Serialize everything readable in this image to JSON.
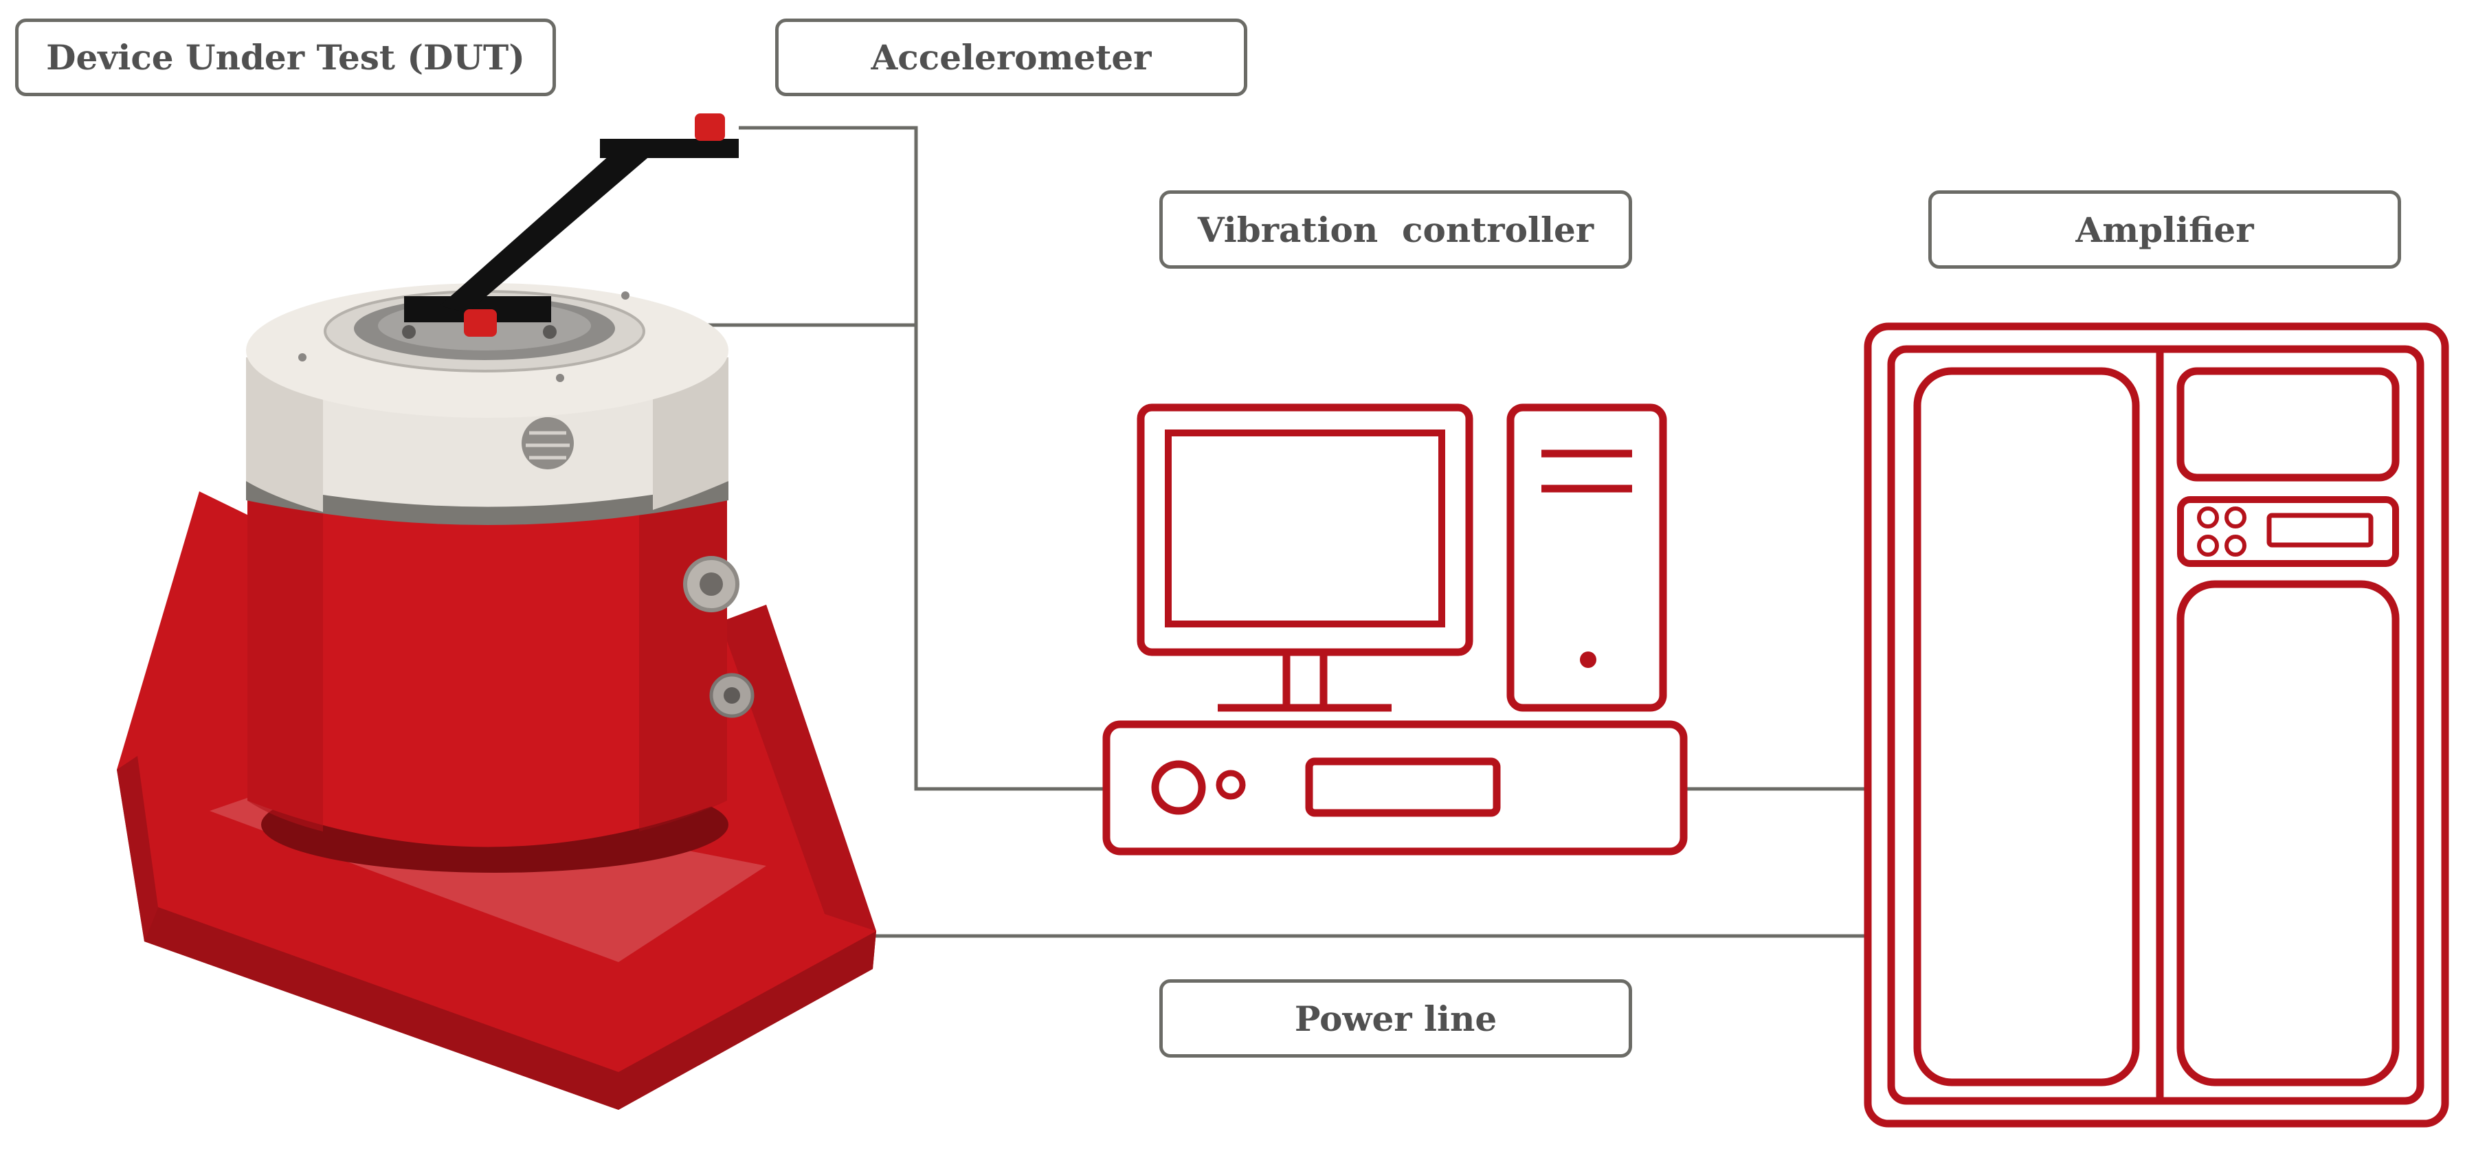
{
  "labels": {
    "dut": "Device Under Test (DUT)",
    "accelerometer": "Accelerometer",
    "vibration_controller": "Vibration  controller",
    "amplifier": "Amplifier",
    "power_line": "Power line"
  },
  "colors": {
    "accent_red": "#b5121b",
    "shaker_red": "#c8151c",
    "line_gray": "#6b6b66",
    "label_text": "#505050"
  },
  "icons": {
    "shaker": "vibration-shaker-icon",
    "computer": "desktop-computer-icon",
    "amplifier": "amplifier-cabinet-icon"
  }
}
